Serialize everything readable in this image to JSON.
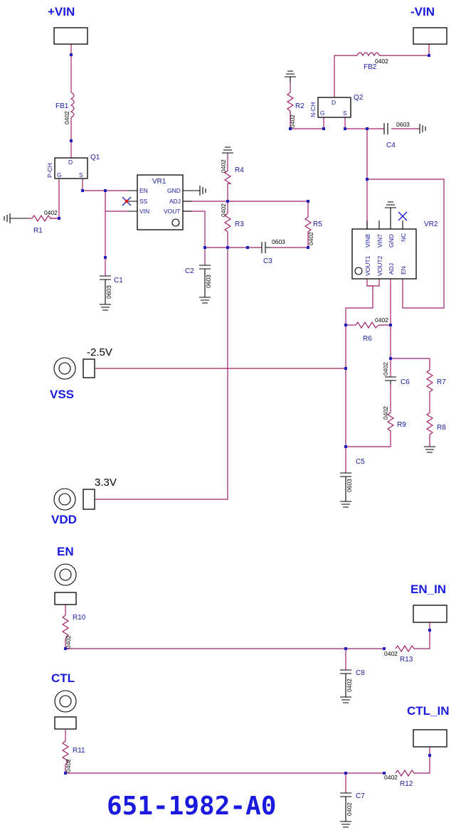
{
  "title": "651-1982-A0",
  "ports": {
    "vin_pos": "+VIN",
    "vin_neg": "-VIN",
    "vss": "VSS",
    "vss_voltage": "-2.5V",
    "vdd": "VDD",
    "vdd_voltage": "3.3V",
    "en": "EN",
    "en_in": "EN_IN",
    "ctl": "CTL",
    "ctl_in": "CTL_IN"
  },
  "components": {
    "FB1": {
      "ref": "FB1",
      "pkg": "0402"
    },
    "FB2": {
      "ref": "FB2",
      "pkg": "0402"
    },
    "Q1": {
      "ref": "Q1",
      "type": "P-CH",
      "g": "G",
      "d": "D",
      "s": "S"
    },
    "Q2": {
      "ref": "Q2",
      "type": "N-CH",
      "g": "G",
      "d": "D",
      "s": "S"
    },
    "R1": {
      "ref": "R1",
      "pkg": "0402"
    },
    "R2": {
      "ref": "R2",
      "pkg": "0402"
    },
    "R3": {
      "ref": "R3",
      "pkg": "0402"
    },
    "R4": {
      "ref": "R4",
      "pkg": "0402"
    },
    "R5": {
      "ref": "R5",
      "pkg": "0402"
    },
    "R6": {
      "ref": "R6",
      "pkg": "0402"
    },
    "R7": {
      "ref": "R7"
    },
    "R8": {
      "ref": "R8"
    },
    "R9": {
      "ref": "R9",
      "pkg": "0402"
    },
    "R10": {
      "ref": "R10",
      "pkg": "0402"
    },
    "R11": {
      "ref": "R11",
      "pkg": "0402"
    },
    "R12": {
      "ref": "R12",
      "pkg": "0402"
    },
    "R13": {
      "ref": "R13",
      "pkg": "0402"
    },
    "C1": {
      "ref": "C1",
      "pkg": "0603"
    },
    "C2": {
      "ref": "C2",
      "pkg": "0603"
    },
    "C3": {
      "ref": "C3",
      "pkg": "0603"
    },
    "C4": {
      "ref": "C4",
      "pkg": "0603"
    },
    "C5": {
      "ref": "C5",
      "pkg": "0603"
    },
    "C6": {
      "ref": "C6",
      "pkg": "0402"
    },
    "C7": {
      "ref": "C7",
      "pkg": "0402"
    },
    "C8": {
      "ref": "C8",
      "pkg": "0402"
    },
    "VR1": {
      "ref": "VR1",
      "pins": {
        "en": "EN",
        "ss": "SS",
        "vin": "VIN",
        "gnd": "GND",
        "adj": "ADJ",
        "vout": "VOUT"
      }
    },
    "VR2": {
      "ref": "VR2",
      "pins": {
        "vin8": "VIN8",
        "vin7": "VIN7",
        "gnd": "GND",
        "nc": "NC",
        "vout1": "VOUT1",
        "vout2": "VOUT2",
        "adj": "ADJ",
        "en": "EN"
      }
    }
  },
  "colors": {
    "wire": "#a0206a",
    "text": "#1a1aa0",
    "title": "#1a1adf",
    "junction": "#2020c0",
    "marker": "#e02020"
  }
}
